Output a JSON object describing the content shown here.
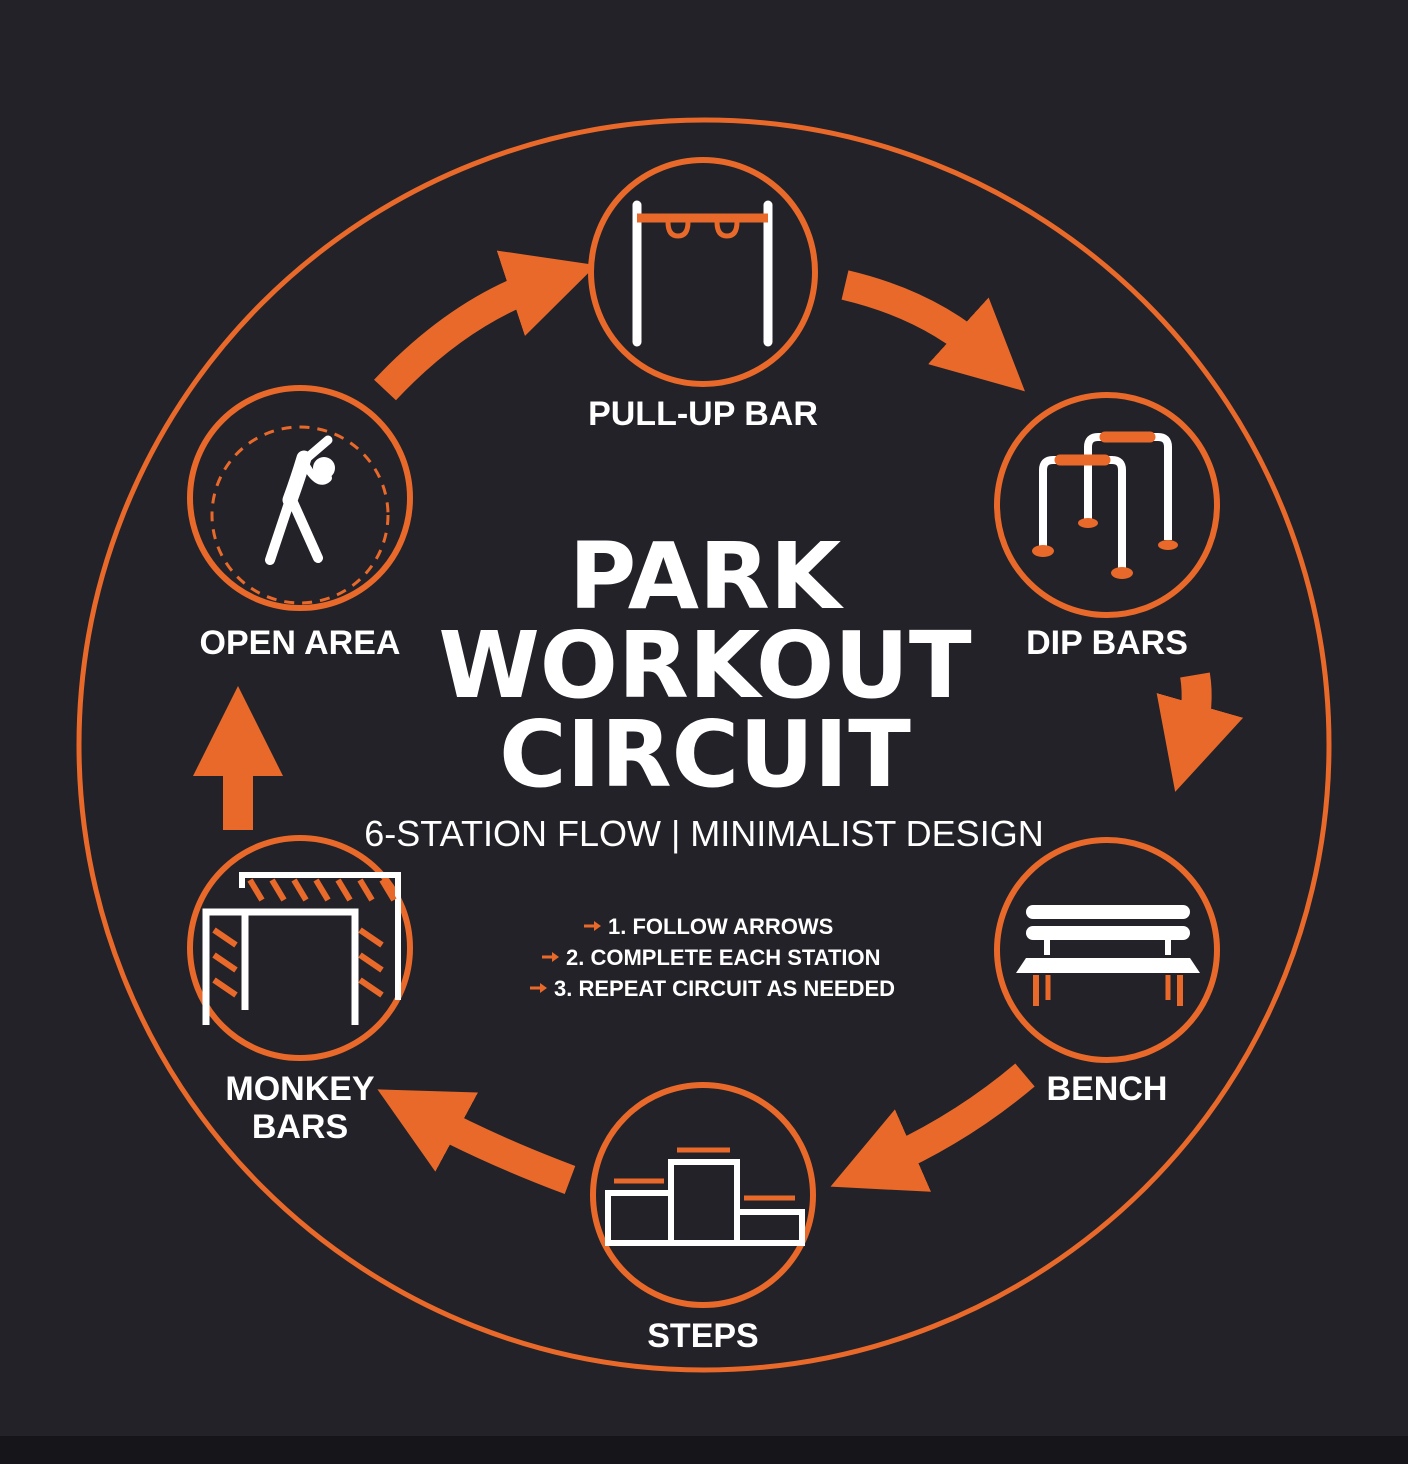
{
  "colors": {
    "background": "#222228",
    "accent": "#e8692a",
    "text": "#ffffff"
  },
  "title": {
    "line1": "PARK",
    "line2": "WORKOUT",
    "line3": "CIRCUIT"
  },
  "subtitle": "6-STATION FLOW | MINIMALIST DESIGN",
  "steps": [
    "1. FOLLOW ARROWS",
    "2. COMPLETE EACH STATION",
    "3. REPEAT CIRCUIT AS NEEDED"
  ],
  "stations": {
    "pullup": {
      "label": "PULL-UP BAR",
      "icon": "pull-up-bar-icon"
    },
    "dip": {
      "label": "DIP BARS",
      "icon": "dip-bars-icon"
    },
    "bench": {
      "label": "BENCH",
      "icon": "bench-icon"
    },
    "steps": {
      "label": "STEPS",
      "icon": "steps-icon"
    },
    "monkey": {
      "label_line1": "MONKEY",
      "label_line2": "BARS",
      "icon": "monkey-bars-icon"
    },
    "open": {
      "label": "OPEN AREA",
      "icon": "stretching-figure-icon"
    }
  }
}
